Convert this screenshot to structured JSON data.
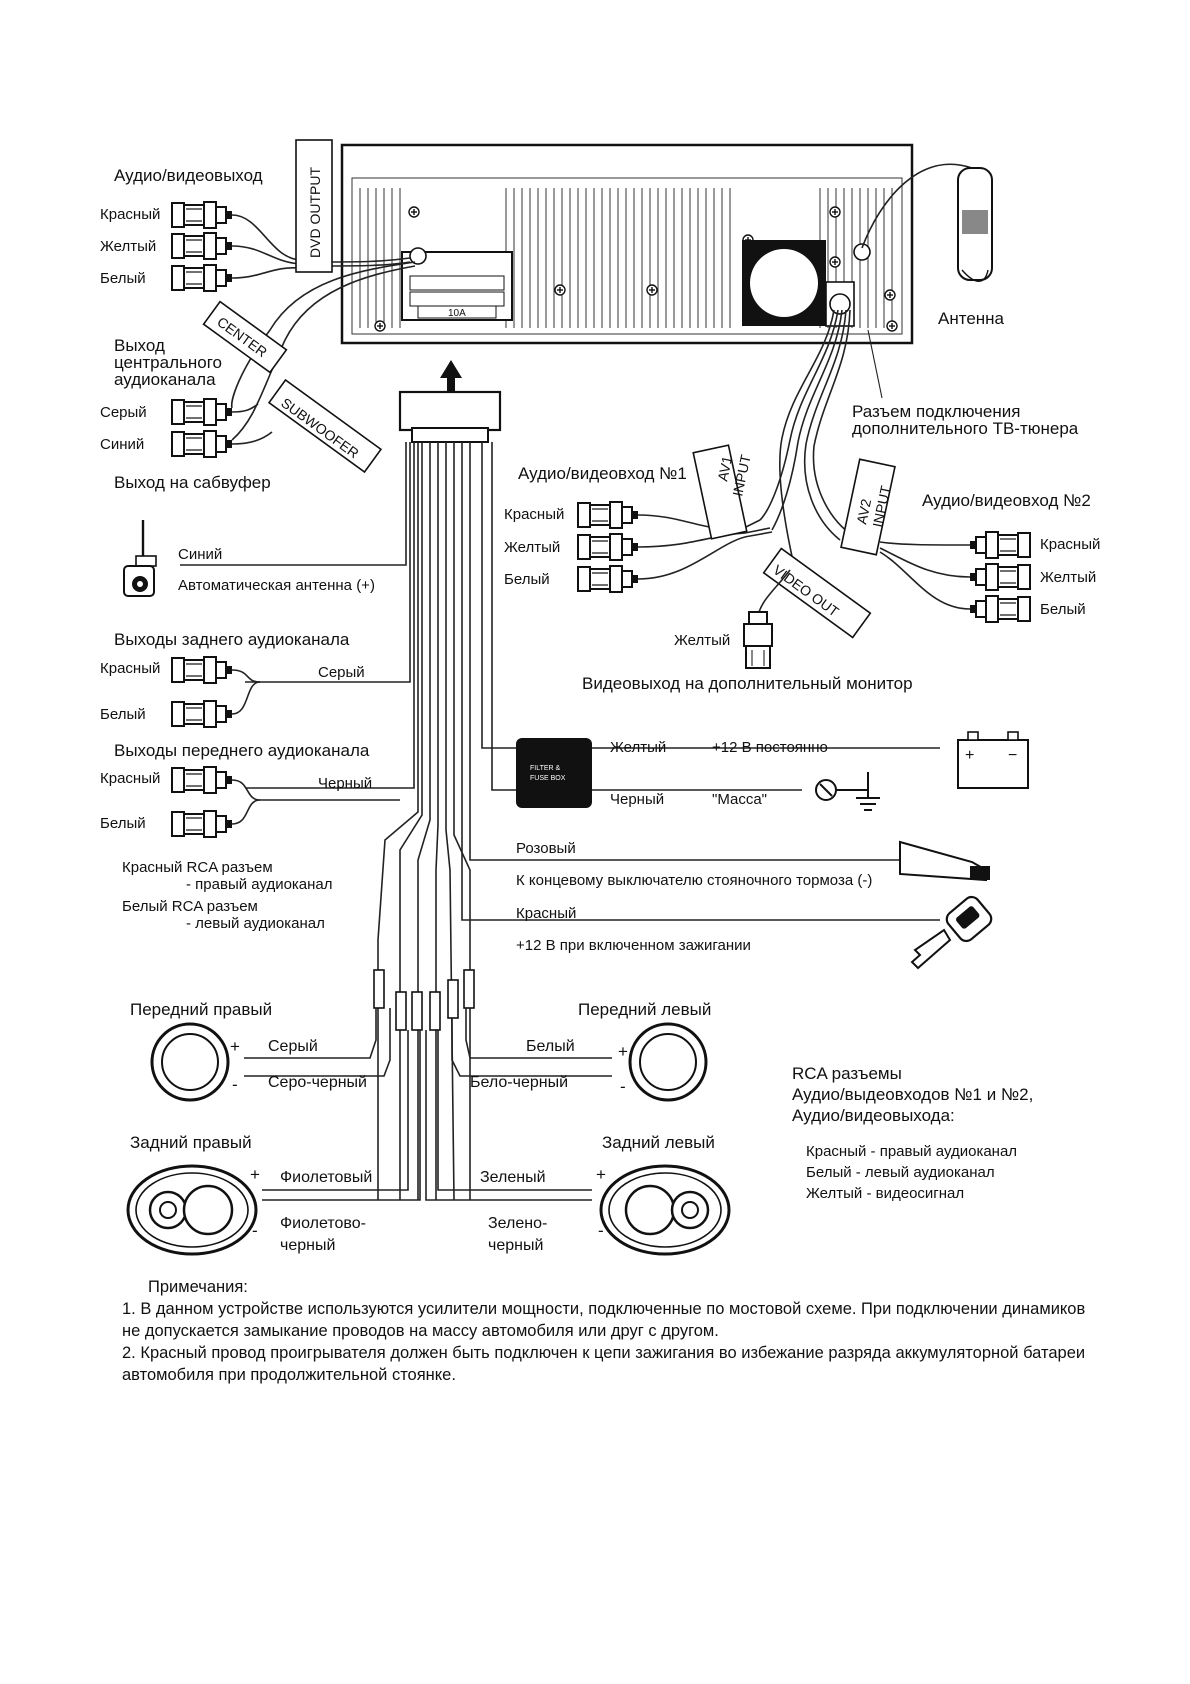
{
  "top": {
    "av_out_title": "Аудио/видеовыход",
    "dvd_output": "DVD OUTPUT",
    "av_out_red": "Красный",
    "av_out_yellow": "Желтый",
    "av_out_white": "Белый",
    "center_tag": "CENTER",
    "center_title_1": "Выход",
    "center_title_2": "центрального",
    "center_title_3": "аудиоканала",
    "sub_gray": "Серый",
    "sub_blue": "Синий",
    "subwoofer_tag": "SUBWOOFER",
    "sub_title": "Выход на сабвуфер",
    "fuse_label": "10A",
    "antenna": "Антенна",
    "tuner_1": "Разъем подключения",
    "tuner_2": "дополнительного ТВ-тюнера"
  },
  "av_in1": {
    "title": "Аудио/видеовход №1",
    "tag_1": "AV1",
    "tag_2": "INPUT",
    "red": "Красный",
    "yellow": "Желтый",
    "white": "Белый"
  },
  "av_in2": {
    "title": "Аудио/видеовход №2",
    "tag_1": "AV2",
    "tag_2": "INPUT",
    "red": "Красный",
    "yellow": "Желтый",
    "white": "Белый"
  },
  "video_out": {
    "tag": "VIDEO OUT",
    "yellow": "Желтый",
    "title": "Видеовыход на дополнительный монитор"
  },
  "auto_antenna": {
    "wire": "Синий",
    "desc": "Автоматическая антенна (+)"
  },
  "rear_out": {
    "title": "Выходы заднего аудиоканала",
    "red": "Красный",
    "white": "Белый",
    "wire": "Серый"
  },
  "front_out": {
    "title": "Выходы переднего аудиоканала",
    "red": "Красный",
    "white": "Белый",
    "wire": "Черный"
  },
  "rca_note": {
    "line1": "Красный RCA разъем",
    "line2": "- правый аудиоканал",
    "line3": "Белый RCA разъем",
    "line4": "- левый аудиоканал"
  },
  "power": {
    "filter_1": "FILTER  &",
    "filter_2": "FUSE  BOX",
    "yellow": "Желтый",
    "yellow_desc": "+12 В постоянно",
    "black": "Черный",
    "black_desc": "\"Масса\"",
    "battery_plus": "+",
    "battery_minus": "−",
    "pink": "Розовый",
    "pink_desc": "К концевому выключателю стояночного тормоза (-)",
    "red": "Красный",
    "red_desc": "+12 В при включенном зажигании"
  },
  "speakers": {
    "front_right": "Передний правый",
    "front_left": "Передний левый",
    "rear_right": "Задний правый",
    "rear_left": "Задний левый",
    "fr_plus": "Серый",
    "fr_minus": "Серо-черный",
    "fl_plus": "Белый",
    "fl_minus": "Бело-черный",
    "rr_plus": "Фиолетовый",
    "rr_minus_1": "Фиолетово-",
    "rr_minus_2": "черный",
    "rl_plus": "Зеленый",
    "rl_minus_1": "Зелено-",
    "rl_minus_2": "черный",
    "plus": "+",
    "minus": "-"
  },
  "rca_legend": {
    "line1": "RCA разъемы",
    "line2": "Аудио/выдеовходов №1 и №2,",
    "line3": "Аудио/видеовыхода:",
    "red": "Красный - правый аудиоканал",
    "white": "Белый - левый аудиоканал",
    "yellow": "Желтый - видеосигнал"
  },
  "notes": {
    "title": "Примечания:",
    "note1": "1. В данном устройстве используются усилители мощности, подключенные по мостовой схеме. При подключении динамиков не допускается замыкание проводов на массу автомобиля или друг с другом.",
    "note2": "2. Красный провод проигрывателя должен быть подключен к цепи зажигания во избежание разряда аккумуляторной батареи автомобиля при продолжительной стоянке."
  }
}
